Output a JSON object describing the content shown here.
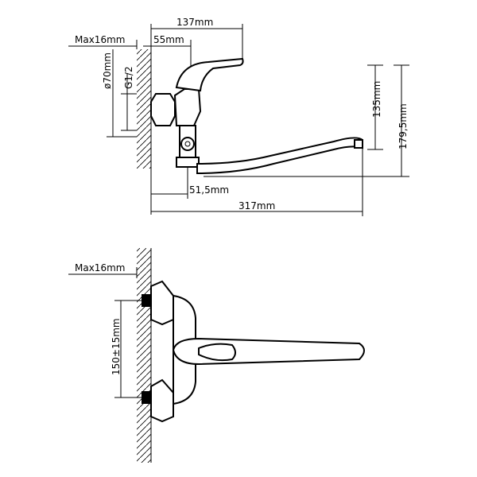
{
  "colors": {
    "line": "#000000",
    "background": "#ffffff"
  },
  "top_view": {
    "dims": {
      "d137": "137mm",
      "max16": "Max16mm",
      "d55": "55mm",
      "d70": "ø70mm",
      "g12": "G1/2",
      "d135": "135mm",
      "d1795": "179,5mm",
      "d515": "51,5mm",
      "d317": "317mm"
    }
  },
  "bottom_view": {
    "dims": {
      "max16": "Max16mm",
      "d150": "150±15mm"
    }
  }
}
